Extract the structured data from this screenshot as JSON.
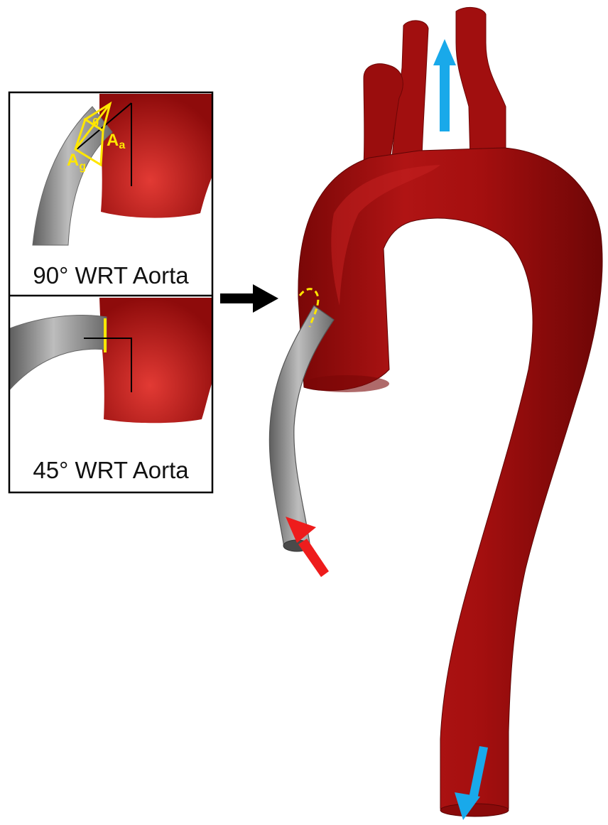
{
  "panels": {
    "top": {
      "caption": "90° WRT Aorta",
      "theta_label": "θ",
      "aorta_area_label": "A",
      "aorta_area_sub": "a",
      "graft_area_label": "A",
      "graft_area_sub": "g"
    },
    "bottom": {
      "caption": "45° WRT Aorta"
    }
  },
  "colors": {
    "aorta": "#a80f0f",
    "aorta_highlight": "#d9302a",
    "aorta_shadow": "#6e0606",
    "cannula": "#9b9b9b",
    "annotation": "#ffe600",
    "outflow_arrow": "#19a9ea",
    "inflow_arrow": "#ee1c1c",
    "pointer_arrow": "#000000"
  },
  "icons": {
    "outflow_top": "up-arrow-icon",
    "outflow_bottom": "down-arrow-icon",
    "inflow": "diagonal-arrow-icon",
    "pointer": "right-arrow-icon"
  }
}
